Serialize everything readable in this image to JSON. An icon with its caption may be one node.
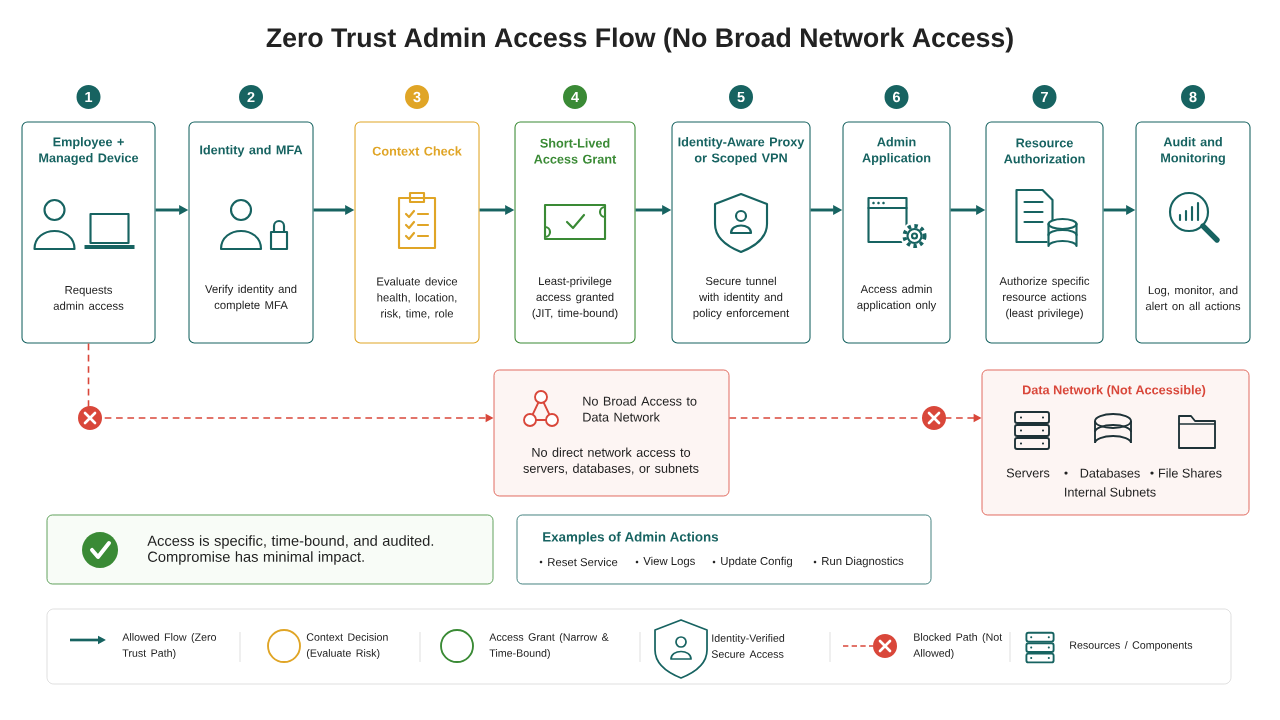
{
  "diagram": {
    "title": "Zero Trust Admin Access Flow (No Broad Network Access)",
    "nodes": [
      {
        "text": [
          "Employee + Managed Device",
          "Requests admin access"
        ],
        "beside": [
          "1"
        ]
      },
      {
        "text": [
          "Identity and MFA",
          "Verify identity and complete MFA"
        ],
        "beside": [
          "2"
        ]
      },
      {
        "text": [
          "Context Check",
          "Evaluate device health, location, risk, time, role"
        ],
        "beside": [
          "3"
        ]
      },
      {
        "text": [
          "Short-Lived Access Grant",
          "Least-privilege access granted (JIT, time-bound)"
        ],
        "beside": [
          "4"
        ]
      },
      {
        "text": [
          "Identity-Aware Proxy or Scoped VPN",
          "Secure tunnel with identity and policy enforcement"
        ],
        "beside": [
          "5"
        ]
      },
      {
        "text": [
          "Admin Application",
          "Access admin application only"
        ],
        "beside": [
          "6"
        ]
      },
      {
        "text": [
          "Resource Authorization",
          "Authorize specific resource actions (least privilege)"
        ],
        "beside": [
          "7"
        ]
      },
      {
        "text": [
          "Audit and Monitoring",
          "Log, monitor, and alert on all actions"
        ],
        "beside": [
          "8"
        ]
      },
      {
        "text": [
          "No Broad Access to Data Network",
          "No direct network access to servers, databases, or subnets"
        ]
      },
      {
        "text": [
          "Data Network (Not Accessible)",
          "Servers",
          "Databases",
          "File Shares",
          "Internal Subnets"
        ]
      },
      {
        "text": [
          "Access is specific, time-bound, and audited. Compromise has minimal impact."
        ]
      },
      {
        "text": [
          "Examples of Admin Actions",
          "Reset Service",
          "View Logs",
          "Update Config",
          "Run Diagnostics"
        ]
      }
    ],
    "edges": [
      {
        "from": 0,
        "to": 1,
        "arrow": "to"
      },
      {
        "from": 1,
        "to": 2,
        "arrow": "to"
      },
      {
        "from": 2,
        "to": 3,
        "arrow": "to"
      },
      {
        "from": 3,
        "to": 4,
        "arrow": "to"
      },
      {
        "from": 4,
        "to": 5,
        "arrow": "to"
      },
      {
        "from": 5,
        "to": 6,
        "arrow": "to"
      },
      {
        "from": 6,
        "to": 7,
        "arrow": "to"
      },
      {
        "from": 0,
        "to": 8,
        "arrow": "to",
        "style": "dashed",
        "color": "#d9473a"
      },
      {
        "from": 8,
        "to": 9,
        "arrow": "to",
        "style": "dashed",
        "color": "#d9473a"
      }
    ],
    "legend": [
      {
        "text": "Allowed Flow (Zero Trust Path)"
      },
      {
        "text": "Context Decision (Evaluate Risk)"
      },
      {
        "text": "Access Grant (Narrow & Time-Bound)"
      },
      {
        "text": "Identity-Verified Secure Access"
      },
      {
        "text": "Blocked Path (Not Allowed)"
      },
      {
        "text": "Resources / Components"
      }
    ]
  }
}
